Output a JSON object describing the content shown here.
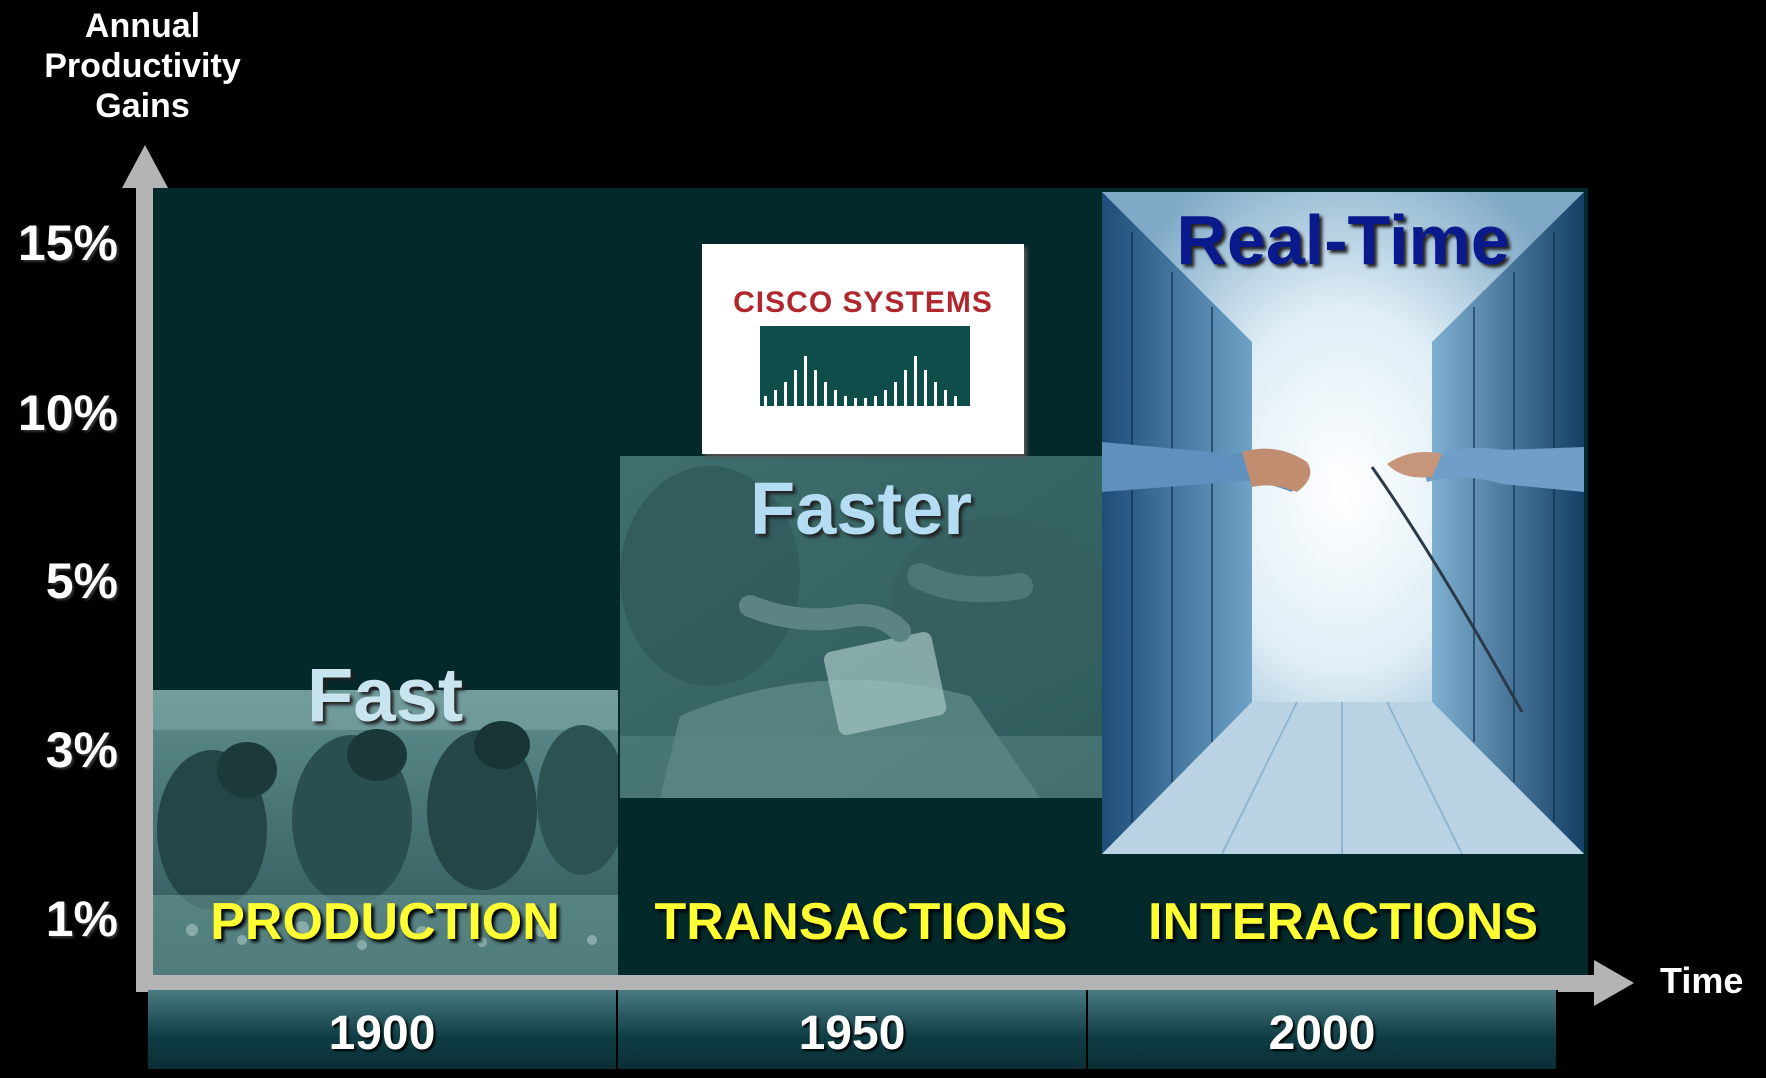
{
  "axis": {
    "y_title": [
      "Annual",
      "Productivity",
      "Gains"
    ],
    "y_ticks": [
      "15%",
      "10%",
      "5%",
      "3%",
      "1%"
    ],
    "x_title": "Time"
  },
  "eras": [
    {
      "word": "Fast",
      "label": "PRODUCTION",
      "year": "1900",
      "word_color": "#c8e4ee"
    },
    {
      "word": "Faster",
      "label": "TRANSACTIONS",
      "year": "1950",
      "word_color": "#b4dcf2"
    },
    {
      "word": "Real-Time",
      "label": "INTERACTIONS",
      "year": "2000",
      "word_color": "#0a1a8c"
    }
  ],
  "logo": {
    "text": "CISCO SYSTEMS"
  },
  "colors": {
    "background": "#000000",
    "plot": "#04292a",
    "label": "#ffff33",
    "axis": "#b4b4b4"
  }
}
